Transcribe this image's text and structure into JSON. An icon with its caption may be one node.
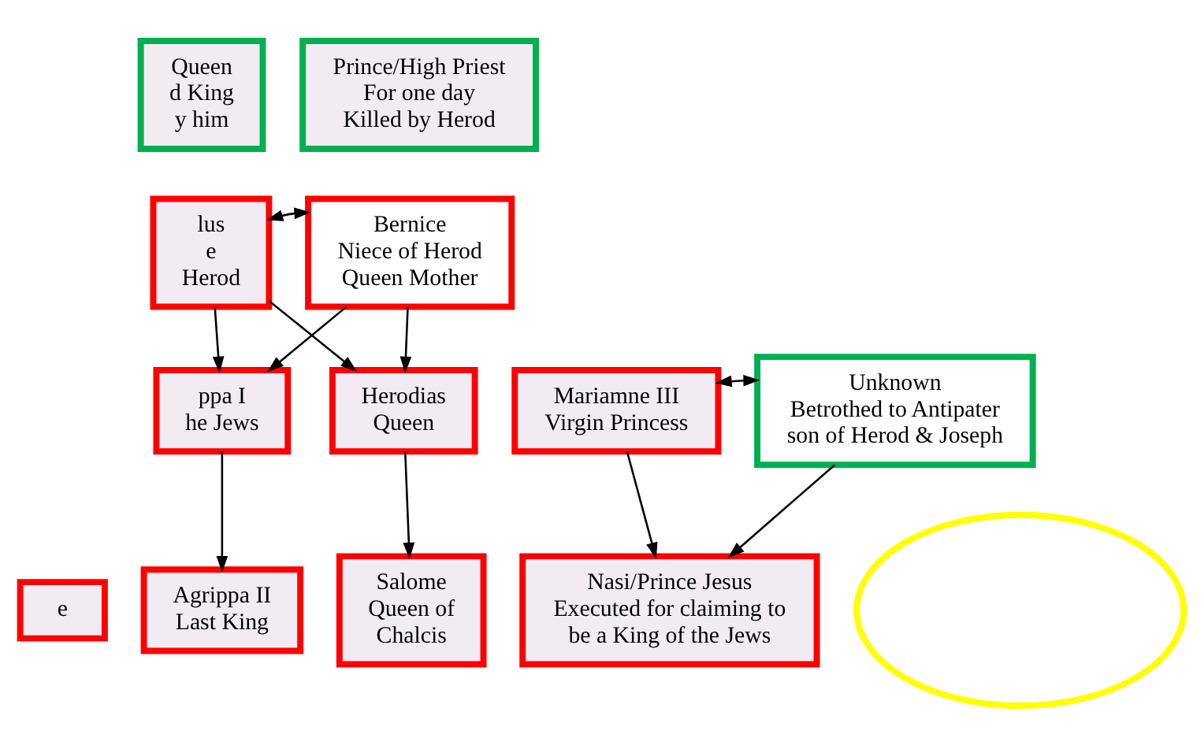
{
  "diagram": {
    "nodes": [
      {
        "text": [
          "Queen",
          "d King",
          "y him"
        ]
      },
      {
        "text": [
          "Prince/High Priest",
          "For one day",
          "Killed by Herod"
        ]
      },
      {
        "text": [
          "lus",
          "e",
          "Herod"
        ]
      },
      {
        "text": [
          "Bernice",
          "Niece of Herod",
          "Queen Mother"
        ]
      },
      {
        "text": [
          "ppa I",
          "he Jews"
        ]
      },
      {
        "text": [
          "Herodias",
          "Queen"
        ]
      },
      {
        "text": [
          "Mariamne III",
          "Virgin Princess"
        ]
      },
      {
        "text": [
          "Unknown",
          "Betrothed to Antipater son of Herod & Joseph"
        ]
      },
      {
        "text": [
          "e"
        ]
      },
      {
        "text": [
          "Agrippa II",
          "Last King"
        ]
      },
      {
        "text": [
          "Salome",
          "Queen of Chalcis"
        ]
      },
      {
        "text": [
          "Nasi/Prince Jesus",
          "Executed for claiming to be a King of the Jews"
        ]
      },
      {
        "text": [],
        "shape": "ellipse"
      }
    ],
    "edges": [
      {
        "from": 2,
        "to": 3,
        "arrow": "both"
      },
      {
        "from": 2,
        "to": 4,
        "arrow": "to"
      },
      {
        "from": 3,
        "to": 4,
        "arrow": "to"
      },
      {
        "from": 2,
        "to": 5,
        "arrow": "to"
      },
      {
        "from": 3,
        "to": 5,
        "arrow": "to"
      },
      {
        "from": 6,
        "to": 7,
        "arrow": "both"
      },
      {
        "from": 4,
        "to": 9,
        "arrow": "to"
      },
      {
        "from": 5,
        "to": 10,
        "arrow": "to"
      },
      {
        "from": 6,
        "to": 11,
        "arrow": "to"
      },
      {
        "from": 7,
        "to": 11,
        "arrow": "to"
      }
    ]
  }
}
